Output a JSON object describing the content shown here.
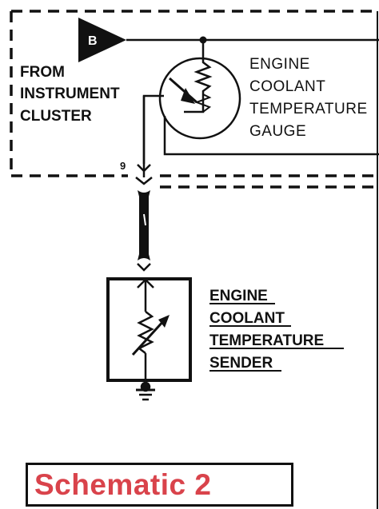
{
  "cluster": {
    "connector_label": "B",
    "from_label_line1": "FROM",
    "from_label_line2": "INSTRUMENT",
    "from_label_line3": "CLUSTER",
    "pin_number": "9"
  },
  "gauge": {
    "line1": "ENGINE",
    "line2": "COOLANT",
    "line3": "TEMPERATURE",
    "line4": "GAUGE"
  },
  "sender": {
    "line1": "ENGINE",
    "line2": "COOLANT",
    "line3": "TEMPERATURE",
    "line4": "SENDER"
  },
  "caption": {
    "text": "Schematic 2",
    "color": "#d9434b"
  }
}
